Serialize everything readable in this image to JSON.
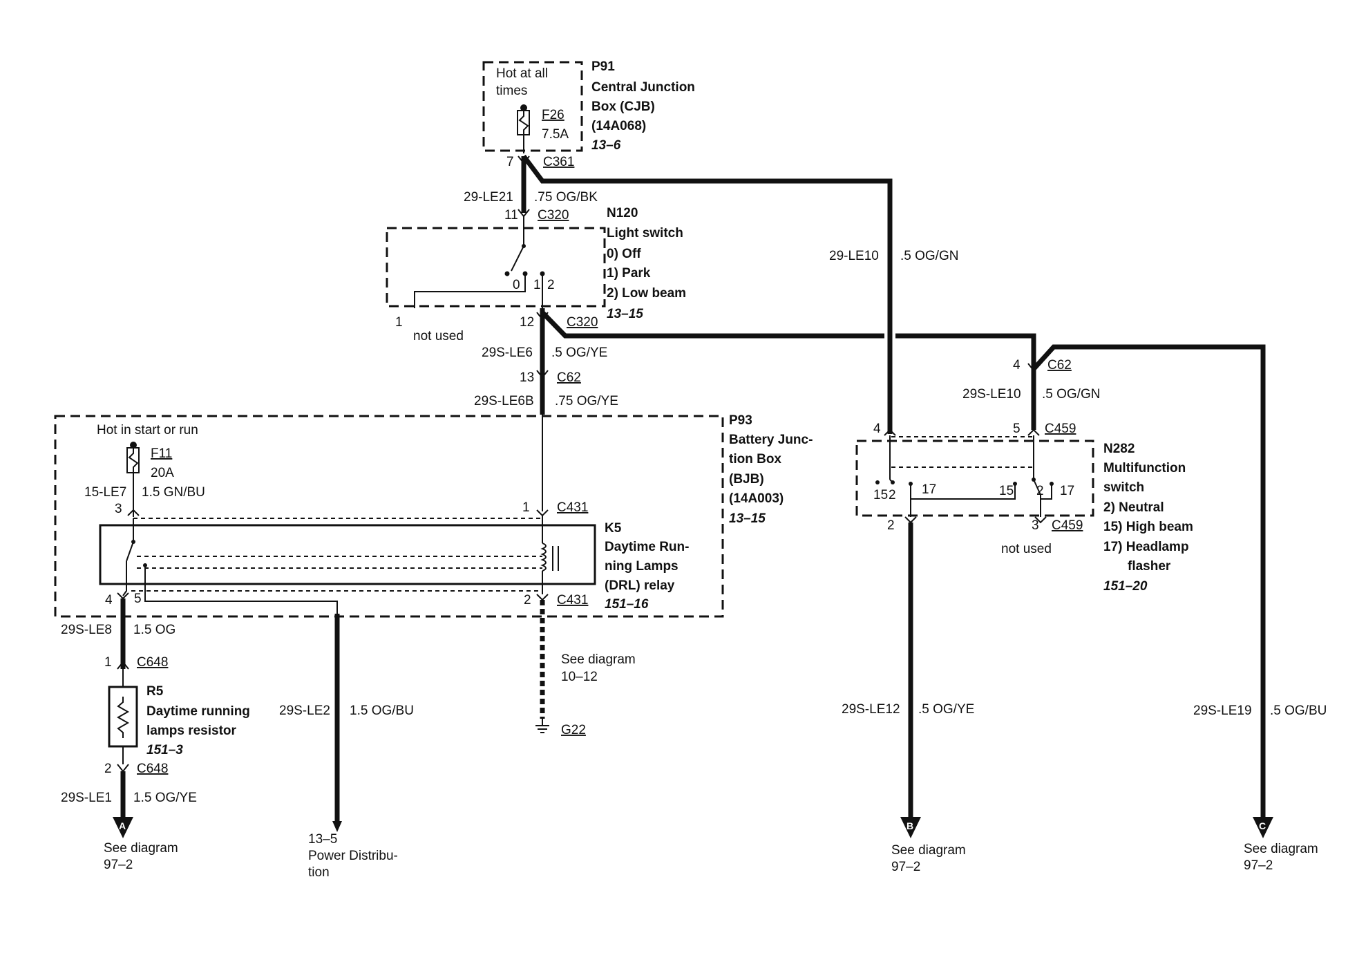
{
  "p91": {
    "id": "P91",
    "l1": "Central Junction",
    "l2": "Box (CJB)",
    "l3": "(14A068)",
    "ref": "13–6",
    "hot1": "Hot at all",
    "hot2": "times",
    "fuse": "F26",
    "rating": "7.5A",
    "pin": "7",
    "conn": "C361"
  },
  "w_le21": {
    "id": "29-LE21",
    "spec": ".75 OG/BK"
  },
  "n120": {
    "id": "N120",
    "name": "Light switch",
    "s0": "0)   Off",
    "s1": "1)   Park",
    "s2": "2)   Low beam",
    "ref": "13–15",
    "pin_in": "11",
    "conn_in": "C320",
    "pin_out": "12",
    "conn_out": "C320",
    "pin_nu": "1",
    "not_used": "not used",
    "p0": "0",
    "p1": "1",
    "p2": "2"
  },
  "w_le6": {
    "id": "29S-LE6",
    "spec": ".5 OG/YE"
  },
  "c62a": {
    "pin": "13",
    "conn": "C62"
  },
  "w_le6b": {
    "id": "29S-LE6B",
    "spec": ".75 OG/YE"
  },
  "p93": {
    "id": "P93",
    "l1": "Battery Junc-",
    "l2": "tion Box",
    "l3": "(BJB)",
    "l4": "(14A003)",
    "ref": "13–15",
    "hot": "Hot in start or run",
    "fuse": "F11",
    "rating": "20A"
  },
  "w_le7": {
    "id": "15-LE7",
    "spec": "1.5 GN/BU",
    "pin": "3"
  },
  "k5": {
    "id": "K5",
    "l1": "Daytime Run-",
    "l2": "ning Lamps",
    "l3": "(DRL) relay",
    "ref": "151–16",
    "pin1": "1",
    "conn1": "C431",
    "pin2": "2",
    "conn2": "C431",
    "pin4": "4",
    "pin5": "5"
  },
  "w_le8": {
    "id": "29S-LE8",
    "spec": "1.5 OG"
  },
  "c648a": {
    "pin": "1",
    "conn": "C648"
  },
  "r5": {
    "id": "R5",
    "l1": "Daytime running",
    "l2": "lamps resistor",
    "ref": "151–3"
  },
  "c648b": {
    "pin": "2",
    "conn": "C648"
  },
  "w_le1": {
    "id": "29S-LE1",
    "spec": "1.5 OG/YE"
  },
  "arrow_a": {
    "letter": "A",
    "see": "See diagram",
    "ref": "97–2"
  },
  "w_le2": {
    "id": "29S-LE2",
    "spec": "1.5 OG/BU"
  },
  "power": {
    "ref": "13–5",
    "l1": "Power Distribu-",
    "l2": "tion"
  },
  "ground": {
    "see": "See diagram",
    "ref": "10–12",
    "id": "G22"
  },
  "w_le10": {
    "id": "29-LE10",
    "spec": ".5 OG/GN"
  },
  "c62b": {
    "pin": "4",
    "conn": "C62"
  },
  "w_le10s": {
    "id": "29S-LE10",
    "spec": ".5 OG/GN"
  },
  "n282": {
    "id": "N282",
    "l1": "Multifunction",
    "l2": "switch",
    "s2": "2)    Neutral",
    "s15": "15)  High beam",
    "s17a": "17)  Headlamp",
    "s17b": "flasher",
    "ref": "151–20",
    "pin4": "4",
    "pin5": "5",
    "conn_top": "C459",
    "pin2": "2",
    "pin3": "3",
    "conn_bot": "C459",
    "not_used": "not used",
    "i15a": "15",
    "i2a": "2",
    "i17a": "17",
    "i15b": "15",
    "i2b": "2",
    "i17b": "17"
  },
  "w_le12": {
    "id": "29S-LE12",
    "spec": ".5 OG/YE"
  },
  "arrow_b": {
    "letter": "B",
    "see": "See diagram",
    "ref": "97–2"
  },
  "w_le19": {
    "id": "29S-LE19",
    "spec": ".5 OG/BU"
  },
  "arrow_c": {
    "letter": "C",
    "see": "See diagram",
    "ref": "97–2"
  }
}
